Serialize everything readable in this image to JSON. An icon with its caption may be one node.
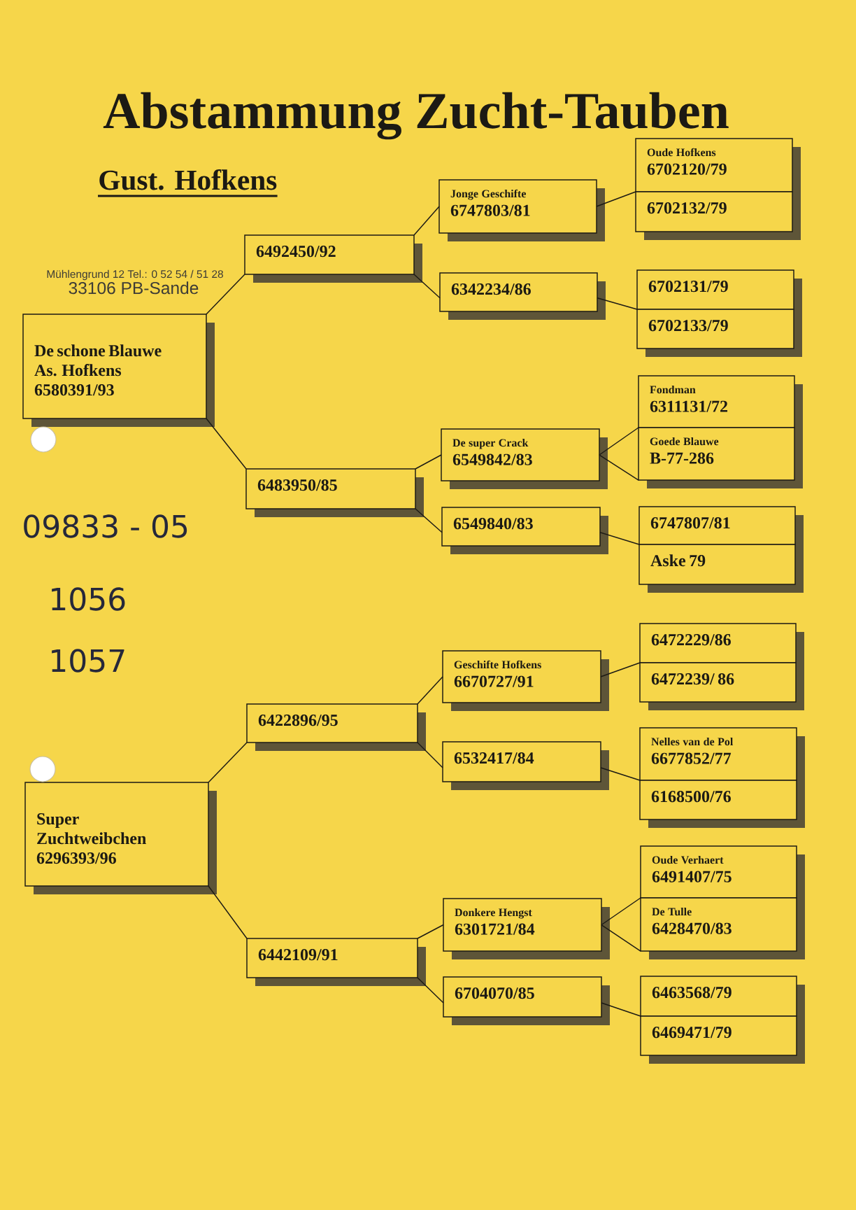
{
  "diagram": {
    "title": "Abstammung Zucht-Tauben",
    "nodes": [
      {
        "text": [
          "De schone Blauwe",
          "As. Hofkens",
          "6580391/93"
        ]
      },
      {
        "text": [
          "6492450/92"
        ]
      },
      {
        "text": [
          "6483950/85"
        ]
      },
      {
        "text": [
          "Jonge Geschifte",
          "6747803/81"
        ]
      },
      {
        "text": [
          "6342234/86"
        ]
      },
      {
        "text": [
          "De super Crack",
          "6549842/83"
        ]
      },
      {
        "text": [
          "6549840/83"
        ]
      },
      {
        "text": [
          "Oude Hofkens",
          "6702120/79"
        ]
      },
      {
        "text": [
          "6702132/79"
        ]
      },
      {
        "text": [
          "6702131/79"
        ]
      },
      {
        "text": [
          "6702133/79"
        ]
      },
      {
        "text": [
          "Fondman",
          "6311131/72"
        ]
      },
      {
        "text": [
          "Goede Blauwe",
          "B-77-286"
        ]
      },
      {
        "text": [
          "6747807/81"
        ]
      },
      {
        "text": [
          "Aske 79"
        ]
      },
      {
        "text": [
          "Super Zuchtweibchen",
          "6296393/96"
        ]
      },
      {
        "text": [
          "6422896/95"
        ]
      },
      {
        "text": [
          "6442109/91"
        ]
      },
      {
        "text": [
          "Geschifte Hofkens",
          "6670727/91"
        ]
      },
      {
        "text": [
          "6532417/84"
        ]
      },
      {
        "text": [
          "Donkere Hengst",
          "6301721/84"
        ]
      },
      {
        "text": [
          "6704070/85"
        ]
      },
      {
        "text": [
          "6472229/86"
        ]
      },
      {
        "text": [
          "6472239/ 86"
        ]
      },
      {
        "text": [
          "Nelles van de Pol",
          "6677852/77"
        ]
      },
      {
        "text": [
          "6168500/76"
        ]
      },
      {
        "text": [
          "Oude Verhaert",
          "6491407/75"
        ]
      },
      {
        "text": [
          "De Tulle",
          "6428470/83"
        ]
      },
      {
        "text": [
          "6463568/79"
        ]
      },
      {
        "text": [
          "6469471/79"
        ]
      }
    ],
    "edges": [
      {
        "from": 0,
        "to": 1,
        "arrow": "none"
      },
      {
        "from": 0,
        "to": 2,
        "arrow": "none"
      },
      {
        "from": 1,
        "to": 3,
        "arrow": "none"
      },
      {
        "from": 1,
        "to": 4,
        "arrow": "none"
      },
      {
        "from": 2,
        "to": 5,
        "arrow": "none"
      },
      {
        "from": 2,
        "to": 6,
        "arrow": "none"
      },
      {
        "from": 3,
        "to": 7,
        "arrow": "none"
      },
      {
        "from": 3,
        "to": 8,
        "arrow": "none"
      },
      {
        "from": 4,
        "to": 9,
        "arrow": "none"
      },
      {
        "from": 4,
        "to": 10,
        "arrow": "none"
      },
      {
        "from": 5,
        "to": 11,
        "arrow": "none"
      },
      {
        "from": 5,
        "to": 12,
        "arrow": "none"
      },
      {
        "from": 6,
        "to": 13,
        "arrow": "none"
      },
      {
        "from": 6,
        "to": 14,
        "arrow": "none"
      },
      {
        "from": 15,
        "to": 16,
        "arrow": "none"
      },
      {
        "from": 15,
        "to": 17,
        "arrow": "none"
      },
      {
        "from": 16,
        "to": 18,
        "arrow": "none"
      },
      {
        "from": 16,
        "to": 19,
        "arrow": "none"
      },
      {
        "from": 17,
        "to": 20,
        "arrow": "none"
      },
      {
        "from": 17,
        "to": 21,
        "arrow": "none"
      },
      {
        "from": 18,
        "to": 22,
        "arrow": "none"
      },
      {
        "from": 18,
        "to": 23,
        "arrow": "none"
      },
      {
        "from": 19,
        "to": 24,
        "arrow": "none"
      },
      {
        "from": 19,
        "to": 25,
        "arrow": "none"
      },
      {
        "from": 20,
        "to": 26,
        "arrow": "none"
      },
      {
        "from": 20,
        "to": 27,
        "arrow": "none"
      },
      {
        "from": 21,
        "to": 28,
        "arrow": "none"
      },
      {
        "from": 21,
        "to": 29,
        "arrow": "none"
      }
    ],
    "labels": [
      "Gust. Hofkens",
      "Mühlengrund 12 Tel.: 0 52 54 / 51 28",
      "33106 PB-Sande",
      "09833 - 05",
      "1056",
      "1057"
    ]
  }
}
